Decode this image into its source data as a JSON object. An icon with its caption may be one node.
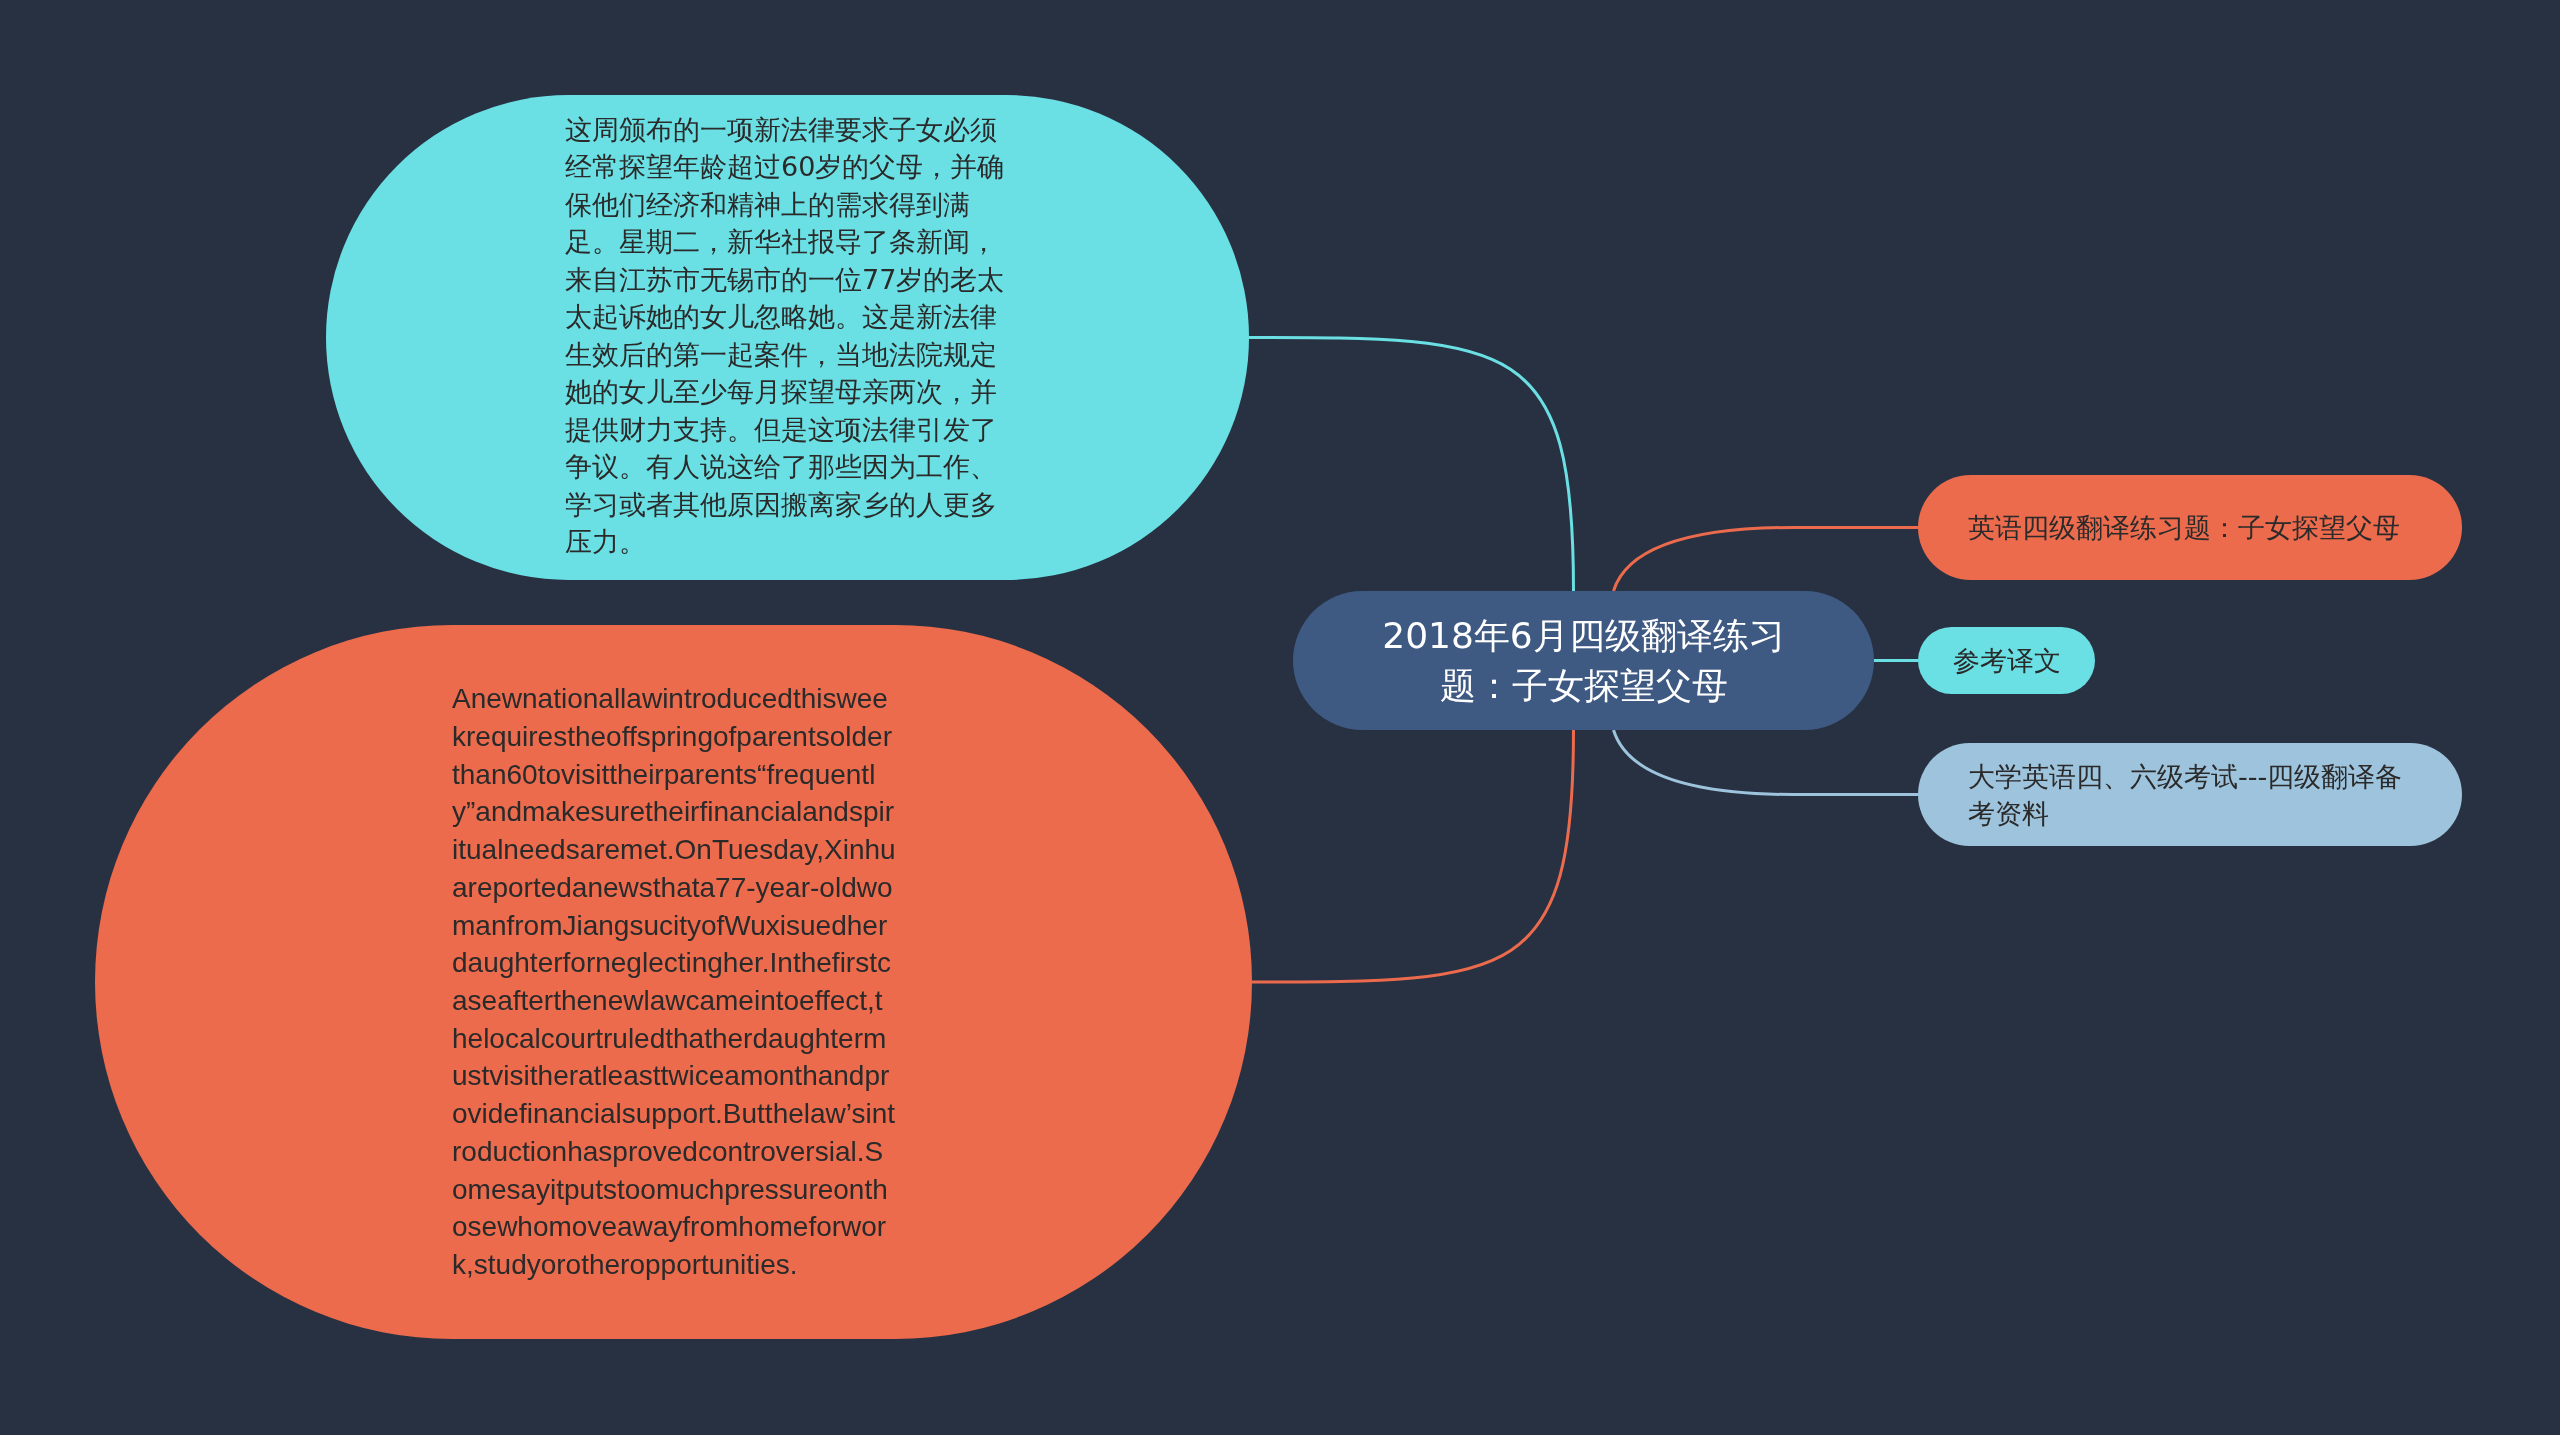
{
  "diagram": {
    "nodes": [
      {
        "text": [
          "2018年6月四级翻译练习题：子女探望父母"
        ]
      },
      {
        "text": [
          "这周颁布的一项新法律要求子女必须经常探望年龄超过60岁的父母，并确保他们经济和精神上的需求得到满足。星期二，新华社报导了条新闻，来自江苏市无锡市的一位77岁的老太太起诉她的女儿忽略她。这是新法律生效后的第一起案件，当地法院规定她的女儿至少每月探望母亲两次，并提供财力支持。但是这项法律引发了争议。有人说这给了那些因为工作、学习或者其他原因搬离家乡的人更多压力。"
        ]
      },
      {
        "text": [
          "Anewnationallawintroducedthisweekrequirestheoffspringofparentsolderthan60tovisittheirparents“frequently”andmakesuretheirfinancialandspiritualneedsaremet.OnTuesday,Xinhuareportedanewsthata77-year-oldwomanfromJiangsucityofWuxisuedherdaughterforneglectingher.Inthefirstcaseafterthenewlawcameintoeffect,thelocalcourtruledthatherdaughtermustvisitheratleasttwiceamonthandprovidefinancialsupport.Butthelaw’sintroductionhasprovedcontroversial.Somesayitputstoomuchpressureonthosewhomoveawayfromhomeforwork,studyorotheropportunities."
        ]
      },
      {
        "text": [
          "英语四级翻译练习题：子女探望父母"
        ]
      },
      {
        "text": [
          "参考译文"
        ]
      },
      {
        "text": [
          "大学英语四、六级考试---四级翻译备考资料"
        ]
      }
    ],
    "edges": [
      {
        "from": 0,
        "to": 1,
        "arrow": "none",
        "color": "#6be0e4"
      },
      {
        "from": 0,
        "to": 2,
        "arrow": "none",
        "color": "#ec6b4d"
      },
      {
        "from": 0,
        "to": 3,
        "arrow": "none",
        "color": "#ec6b4d"
      },
      {
        "from": 0,
        "to": 4,
        "arrow": "none",
        "color": "#6be0e4"
      },
      {
        "from": 0,
        "to": 5,
        "arrow": "none",
        "color": "#9ec3dc"
      }
    ]
  }
}
